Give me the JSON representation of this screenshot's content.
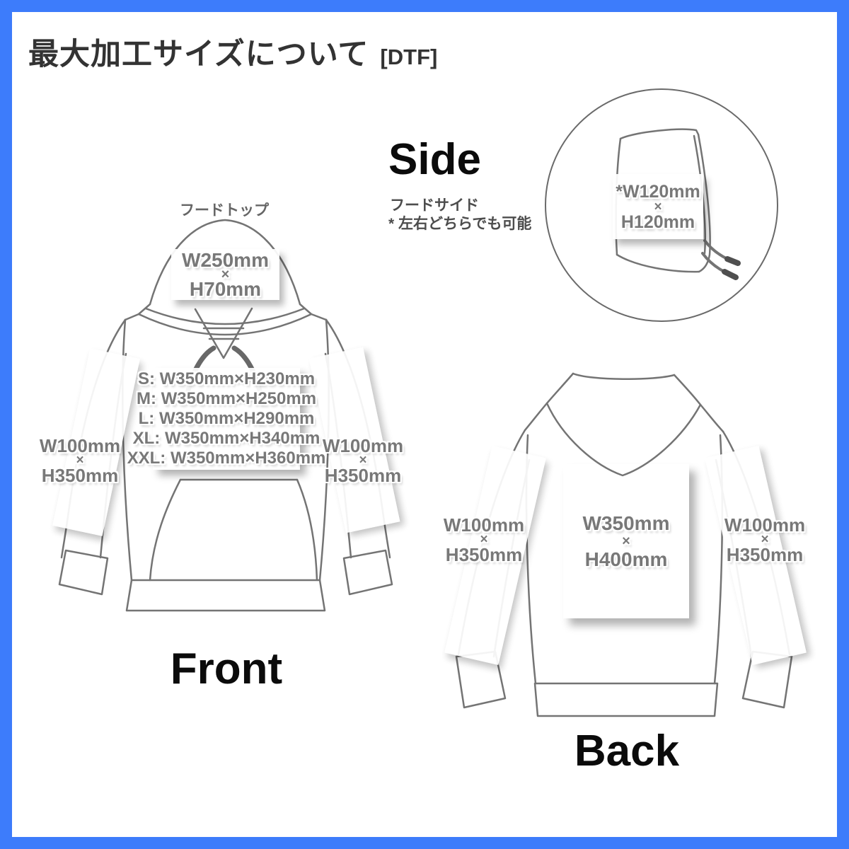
{
  "page": {
    "title": "最大加工サイズについて",
    "title_tag": "[DTF]"
  },
  "colors": {
    "border_blue": "#3D7CFB",
    "line_gray": "#747474",
    "dim_text_gray": "#787878",
    "heading_black": "#0B0B0B",
    "title_dark": "#333333"
  },
  "front": {
    "label": "Front",
    "hood_caption": "フードトップ",
    "hood_print": {
      "w": "W250mm",
      "times": "×",
      "h": "H70mm"
    },
    "chest_print_sizes": [
      "S: W350mm×H230mm",
      "M: W350mm×H250mm",
      "L: W350mm×H290mm",
      "XL: W350mm×H340mm",
      "XXL: W350mm×H360mm"
    ],
    "left_sleeve_print": {
      "w": "W100mm",
      "times": "×",
      "h": "H350mm"
    },
    "right_sleeve_print": {
      "w": "W100mm",
      "times": "×",
      "h": "H350mm"
    }
  },
  "side": {
    "label": "Side",
    "caption": "フードサイド",
    "note": "* 左右どちらでも可能",
    "hood_print": {
      "w": "*W120mm",
      "times": "×",
      "h": "H120mm"
    }
  },
  "back": {
    "label": "Back",
    "body_print": {
      "w": "W350mm",
      "times": "×",
      "h": "H400mm"
    },
    "left_sleeve_print": {
      "w": "W100mm",
      "times": "×",
      "h": "H350mm"
    },
    "right_sleeve_print": {
      "w": "W100mm",
      "times": "×",
      "h": "H350mm"
    }
  }
}
